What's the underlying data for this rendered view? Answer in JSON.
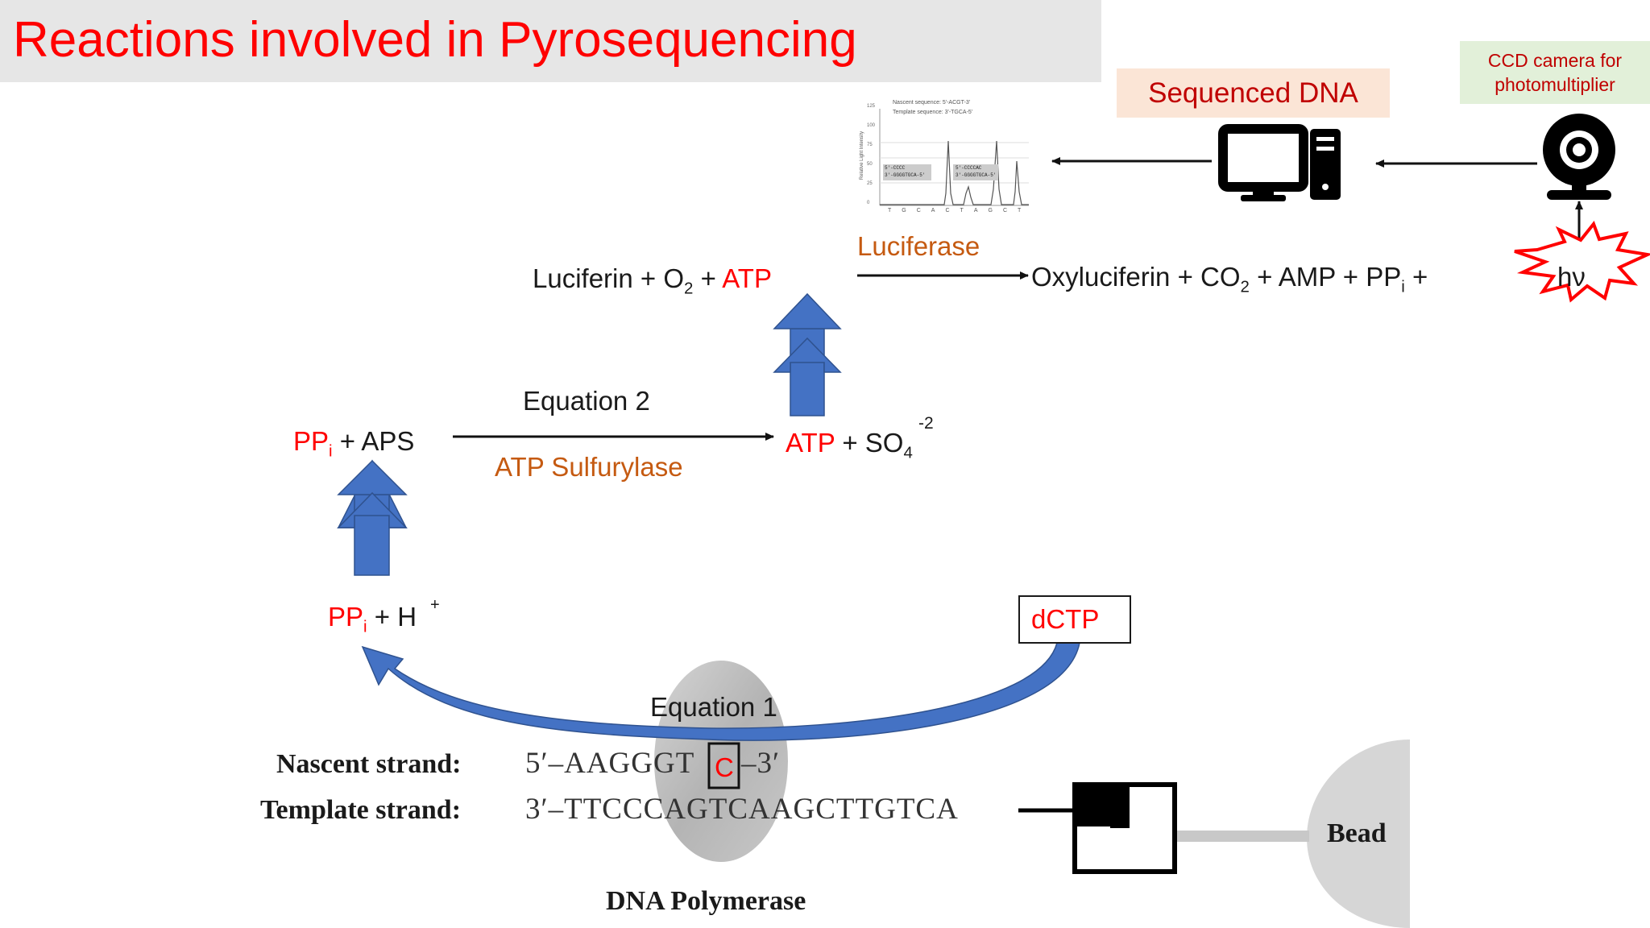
{
  "title": "Reactions involved in Pyrosequencing",
  "top_right": {
    "sequenced_dna": "Sequenced DNA",
    "ccd_camera": "CCD camera for photomultiplier",
    "hv": "hν"
  },
  "pyrogram_thumbnail": {
    "nascent": "Nascent sequence:  5'-ACGT-3'",
    "template": "Template sequence:  3'-TGCA-5'",
    "label_left_1": "5'-CCCC",
    "label_left_2": "3'-GGGGTGCA-5'",
    "label_right_1": "5'-CCCCAC",
    "label_right_2": "3'-GGGGTGCA-5'",
    "ylabel": "Relative Light Intensity",
    "yticks": [
      "125",
      "100",
      "75",
      "50",
      "25",
      "0"
    ],
    "xticks": [
      "T",
      "G",
      "C",
      "A",
      "C",
      "T",
      "A",
      "G",
      "C",
      "T"
    ]
  },
  "luciferase_reaction": {
    "luciferin": "Luciferin",
    "plus": "+",
    "o": "O",
    "o_sub": "2",
    "atp": "ATP",
    "enzyme": "Luciferase",
    "oxyluciferin": "Oxyluciferin",
    "co": "CO",
    "co_sub": "2",
    "amp": "AMP",
    "ppi": "PP",
    "ppi_sub": "i"
  },
  "equation2": {
    "label": "Equation 2",
    "enzyme": "ATP Sulfurylase",
    "ppi": "PP",
    "ppi_sub": "i",
    "aps": "APS",
    "atp": "ATP",
    "so4": "SO",
    "so4_sub": "4",
    "so4_charge": "-2",
    "plus": "+"
  },
  "equation1": {
    "label": "Equation 1",
    "ppi": "PP",
    "ppi_sub": "i",
    "h": "H",
    "h_charge": "+",
    "plus": "+",
    "dctp": "dCTP"
  },
  "strands": {
    "nascent_label": "Nascent strand:",
    "template_label": "Template strand:",
    "nascent_seq": "5′–AAGGGT",
    "nascent_added": "C",
    "nascent_end": "–3′",
    "template_seq": "3′–TTCCCAGTCAAGCTTGTCA",
    "polymerase": "DNA Polymerase",
    "bead": "Bead"
  },
  "colors": {
    "title_red": "#ff0000",
    "enzyme_orange": "#c55a11",
    "arrow_blue": "#4472c4",
    "sequenced_bg": "#fbe5d6",
    "ccd_bg": "#e2f0d9"
  }
}
